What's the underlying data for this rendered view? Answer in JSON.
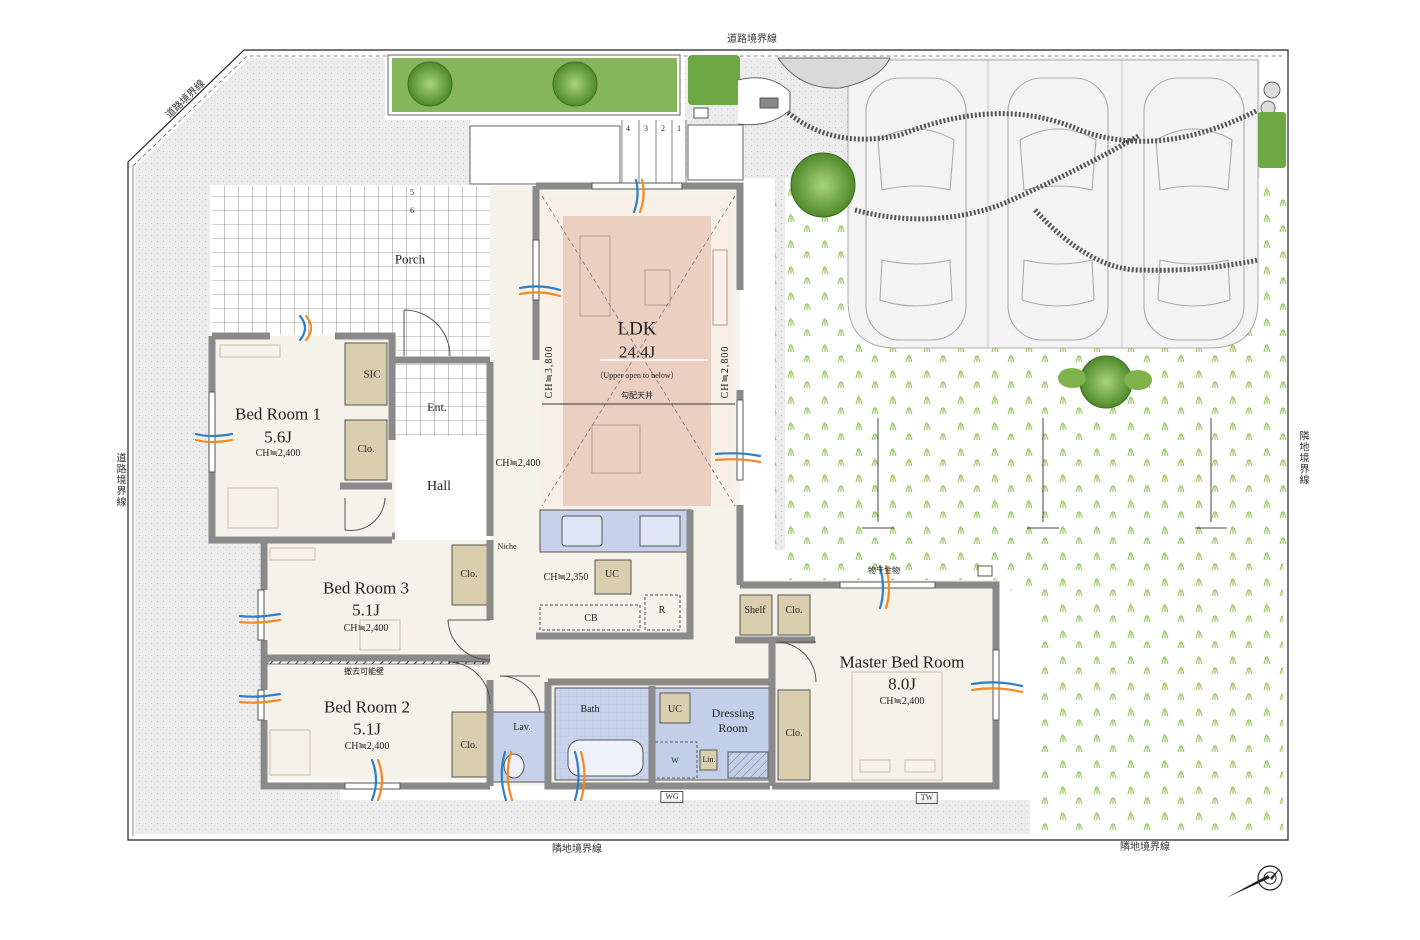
{
  "boundaries": {
    "road_top": "道路境界線",
    "road_diagonal": "道路境界線",
    "road_left": "道路境界線",
    "neighbor_right": "隣地境界線",
    "neighbor_bottom_left": "隣地境界線",
    "neighbor_bottom_right": "隣地境界線"
  },
  "rooms": {
    "porch": {
      "name": "Porch"
    },
    "ldk": {
      "name": "LDK",
      "size": "24.4J",
      "note": "（Upper open to below）",
      "ceiling": "勾配天井",
      "ch_left": "CH≒3,800",
      "ch_right": "CH≒2,800"
    },
    "bed1": {
      "name": "Bed Room 1",
      "size": "5.6J",
      "ch": "CH≒2,400"
    },
    "bed2": {
      "name": "Bed Room 2",
      "size": "5.1J",
      "ch": "CH≒2,400"
    },
    "bed3": {
      "name": "Bed Room 3",
      "size": "5.1J",
      "ch": "CH≒2,400"
    },
    "master": {
      "name": "Master Bed Room",
      "size": "8.0J",
      "ch": "CH≒2,400"
    },
    "entrance": {
      "name": "Ent."
    },
    "hall": {
      "name": "Hall"
    },
    "sic": {
      "name": "SIC"
    },
    "bath": {
      "name": "Bath"
    },
    "dressing": {
      "name": "Dressing",
      "name2": "Room"
    },
    "lav": {
      "name": "Lav."
    }
  },
  "fixtures": {
    "clo": "Clo.",
    "shelf": "Shelf",
    "uc": "UC",
    "cb": "CB",
    "r": "R",
    "w": "W",
    "lin": "Lin.",
    "wg": "WG",
    "tw": "TW",
    "niche": "Niche",
    "hall_ch": "CH≒2,400",
    "kitchen_ch": "CH≒2,350",
    "removable_wall": "撤去可能壁",
    "laundry": "物干金物",
    "steps": [
      "4",
      "3",
      "2",
      "1"
    ],
    "porch_steps": [
      "5",
      "6"
    ]
  },
  "icons": [
    "compass-icon",
    "tree-icon",
    "car-icon"
  ],
  "colors": {
    "wall": "#8a8a8a",
    "ldk_highlight": "#e7c7b8",
    "floor": "#f4f1e8",
    "closet": "#d9ceae",
    "bath_tile": "#c3cfe8",
    "lawn": "#7fb24a",
    "gravel": "#e9e9e9",
    "window_blue": "#2f7fc4",
    "window_orange": "#f08a22"
  }
}
